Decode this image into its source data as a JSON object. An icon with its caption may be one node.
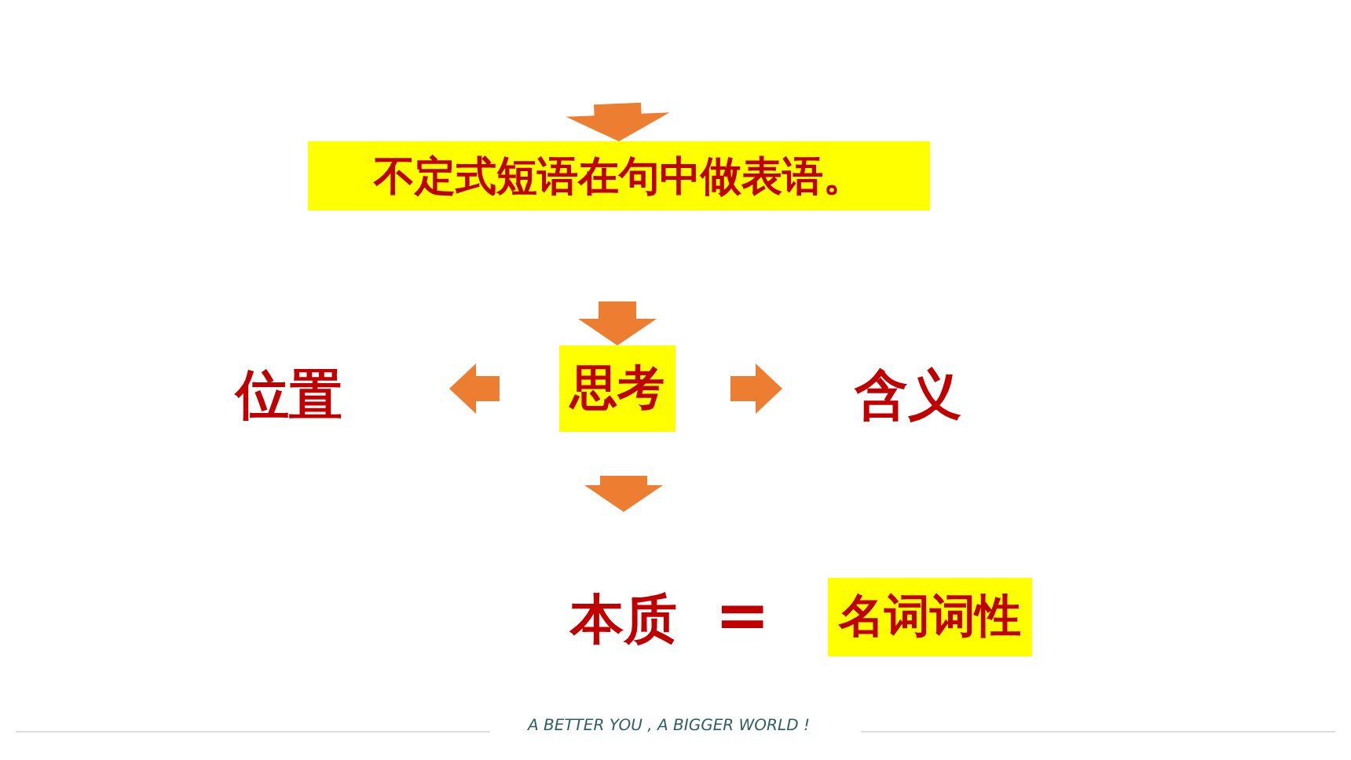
{
  "diagram": {
    "nodes": [
      {
        "text": [
          "不定式短语在句中做表语。"
        ]
      },
      {
        "text": [
          "思考"
        ]
      },
      {
        "text": [
          "位置"
        ]
      },
      {
        "text": [
          "含义"
        ]
      },
      {
        "text": [
          "本质"
        ]
      },
      {
        "text": [
          "名词词性"
        ]
      }
    ],
    "edges": [
      {
        "from": null,
        "to": 0,
        "arrow": "to"
      },
      {
        "from": 0,
        "to": 1,
        "arrow": "to"
      },
      {
        "from": 1,
        "to": 2,
        "arrow": "to"
      },
      {
        "from": 1,
        "to": 3,
        "arrow": "to"
      },
      {
        "from": 1,
        "to": 4,
        "arrow": "to"
      }
    ],
    "labels": [
      "=",
      "A BETTER YOU , A BIGGER WORLD !"
    ]
  }
}
